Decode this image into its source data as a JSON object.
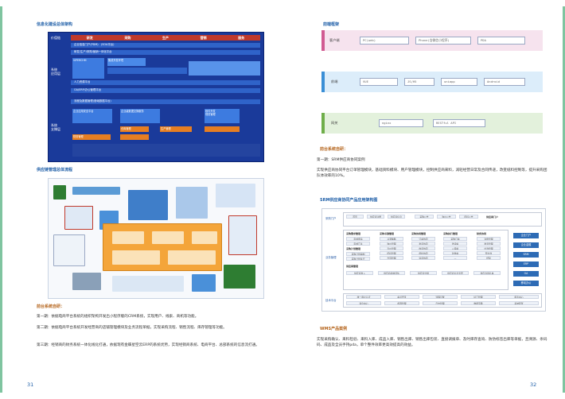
{
  "left_page": {
    "arch_title": "信息化建设总体架构",
    "arch": {
      "side_labels": [
        "价值链",
        "系统\n应用层",
        "系统\n支撑层"
      ],
      "top_row": [
        "研发",
        "采购",
        "生产",
        "营销",
        "服务"
      ],
      "rows": [
        "企业信息门户(PDM)　(SOA平台)",
        "研发/生产/采购/营销一体化平台",
        "VIPERCHM",
        "集成开发环境",
        "人力资源平台",
        "OA/ERP/办公管理平台",
        "流程及数据管理(基础数据平台)"
      ],
      "blocks": [
        "企业应用安全平台",
        "企业级数据交换服务",
        "软件开发\n规范管理",
        "仓库管理",
        "生产管理",
        "财务管理"
      ]
    },
    "flow_title": "供应链管理总体流程",
    "comment_title": "前台系统自研：",
    "paragraphs": [
      "第一期：依据电商平台系统的组织架构开发出小程序版的CRM系统，实现用户、线索、商机等功能。",
      "第二期：依据电商平台系统开发经营商的店铺管理模块及业务流程单据，实现采购流程、销售流程、库存管理等功能。",
      "第三期：经销商的财务系统一体化线化打通，依据现有金蝶星空云ERP的系统优势，实现经销商系统、电商平台、总部系统的信息流打通。"
    ],
    "page_number": "31"
  },
  "right_page": {
    "tech_title": "前端框架",
    "lanes": [
      {
        "label": "客户端",
        "chips": [
          "PC(web)",
          "Phone(含微信小程序)",
          "PDA"
        ]
      },
      {
        "label": "前端",
        "chips": [
          "VUE",
          "JS/H5",
          "uniapp",
          "Android"
        ]
      },
      {
        "label": "网关",
        "chips": [
          "nginx",
          "RESTful API"
        ]
      }
    ],
    "srm_comment_title": "前台系统自研：",
    "srm_paragraphs": [
      "第一期：SRM供应商协同案例",
      "实现供应商协同平台订单管理模块，基础资料模块、用户管理模块，控制供应商来料，减轻经营日常及合同传递，改变纸料控制等，提升采购团队体效率的10%。"
    ],
    "srm_title": "SRM供应商协同产品应用架构图",
    "srm": {
      "left_labels": [
        "采购门户",
        "业务管理",
        "技术平台"
      ],
      "portal_cells": [
        "首页",
        "供应商注册",
        "供应商信息",
        "采购公告",
        "询价公告",
        "招标公告",
        "供应商门户"
      ],
      "col_heads": [
        "采购需求管理",
        "采购寻源管理",
        "采购协同管理",
        "采购执行管理",
        "财务协同"
      ],
      "col_cells": [
        [
          "需求申请",
          "需求汇总",
          "采购计划管理",
          "采购计划编制",
          "采购计划执行"
        ],
        [
          "寻源策略",
          "询价管理",
          "竞价管理",
          "招标管理",
          "合同管理"
        ],
        [
          "订单协同",
          "发货协同",
          "收货协同",
          "质检协同",
          "退货协同"
        ],
        [
          "采购订单",
          "送货单",
          "入库单",
          "对账单",
          "—"
        ],
        [
          "对账管理",
          "发票管理",
          "付款管理",
          "预付款",
          "结算"
        ]
      ],
      "supplier_head": "供应商管理",
      "supplier_cells": [
        "供应商准入",
        "供应商绩效评估",
        "供应商分级",
        "供应商信息变更",
        "供应商黑名单"
      ],
      "right_side": [
        "企业门户",
        "企业金蝶",
        "SRM",
        "ERP",
        "OA",
        "移动办公"
      ],
      "tech_cells": [
        "统一用户认证",
        "单点登录",
        "流程引擎",
        "接口管理",
        "报表中心",
        "消息中心",
        "权限管理",
        "日志管理",
        "数据字典",
        "系统配置"
      ]
    },
    "wms_title": "WMS产品案例",
    "wms_paragraph": "实现采购确认、来料检验、来料入库、成品入库、销售出库、销售出库包装、直接调拨单、及时库存查询、防伪标签出库等单据，且溯源、条码码、成品及全员手持pda，单个整件效率更高效提高的效益。",
    "page_number": "32"
  },
  "colors": {
    "accent": "#1f5fa8",
    "orange": "#b5651d",
    "green_edge": "#7fc4a0"
  }
}
